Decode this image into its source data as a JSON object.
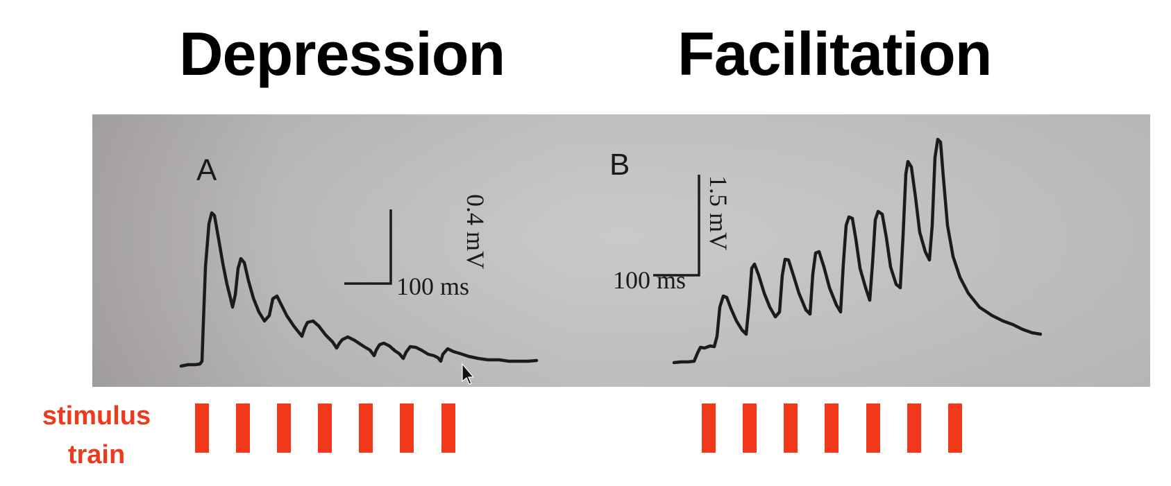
{
  "titles": {
    "depression": "Depression",
    "facilitation": "Facilitation"
  },
  "panels": {
    "a": {
      "letter": "A",
      "scale_y": "0.4 mV",
      "scale_x": "100 ms"
    },
    "b": {
      "letter": "B",
      "scale_y": "1.5 mV",
      "scale_x": "100 ms"
    }
  },
  "stimulus_label": {
    "line1": "stimulus",
    "line2": "train"
  },
  "stimulus_train": {
    "depression_pulse_count": 7,
    "facilitation_pulse_count": 7
  },
  "colors": {
    "stimulus": "#f1381a",
    "trace": "#1b1b1b",
    "photo_background": "#c3c3c1"
  },
  "icons": {
    "cursor": "mouse-pointer-icon"
  }
}
